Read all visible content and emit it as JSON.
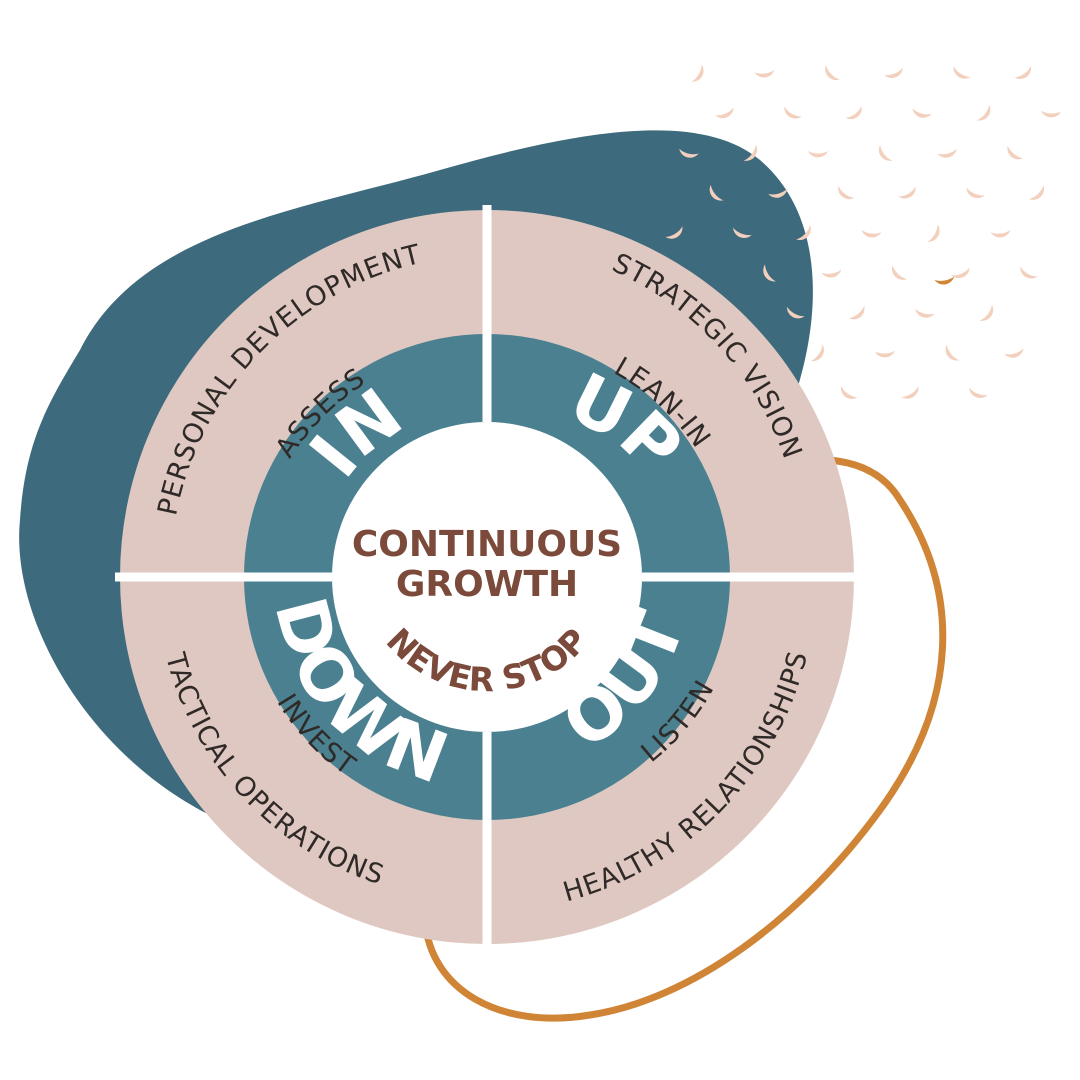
{
  "center": {
    "line1": "CONTINUOUS",
    "line2": "GROWTH",
    "arc_text": "NEVER STOP"
  },
  "quadrants": {
    "in": {
      "label": "IN",
      "outer_line1": "PERSONAL  DEVELOPMENT",
      "outer_line2": "ASSESS"
    },
    "up": {
      "label": "UP",
      "outer_line1": "STRATEGIC VISION",
      "outer_line2": "LEAN-IN"
    },
    "down": {
      "label": "DOWN",
      "outer_line1": "TACTICAL OPERATIONS",
      "outer_line2": "INVEST"
    },
    "out": {
      "label": "OUT",
      "outer_line1": "HEALTHY RELATIONSHIPS",
      "outer_line2": "LISTEN"
    }
  },
  "colors": {
    "blob": "#3d6a7c",
    "ring_outer": "#dfc8c1",
    "ring_inner": "#4a8090",
    "center": "#ffffff",
    "text_brown": "#7b4a3a",
    "text_dark": "#2f2a28",
    "text_white": "#ffffff",
    "orange_loop": "#cf8535",
    "dots": "#f2d0bd",
    "dot_accent": "#cf8535"
  }
}
